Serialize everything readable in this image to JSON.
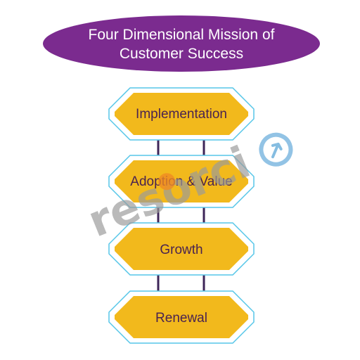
{
  "title": {
    "line1": "Four Dimensional Mission of",
    "line2": "Customer Success"
  },
  "stages": [
    {
      "label": "Implementation"
    },
    {
      "label": "Adoption & Value"
    },
    {
      "label": "Growth"
    },
    {
      "label": "Renewal"
    }
  ],
  "watermark": {
    "text": "resorci",
    "icon": "arrow-circle-icon"
  },
  "colors": {
    "title_fill": "#7b2b8f",
    "stage_fill": "#f2b91c",
    "stage_outline": "#56c6e8",
    "stage_text": "#4a2350",
    "connector": "#3d2558",
    "watermark_gray": "#9a9a9a",
    "watermark_orange": "#f08a24",
    "watermark_blue": "#5fa8d8"
  }
}
